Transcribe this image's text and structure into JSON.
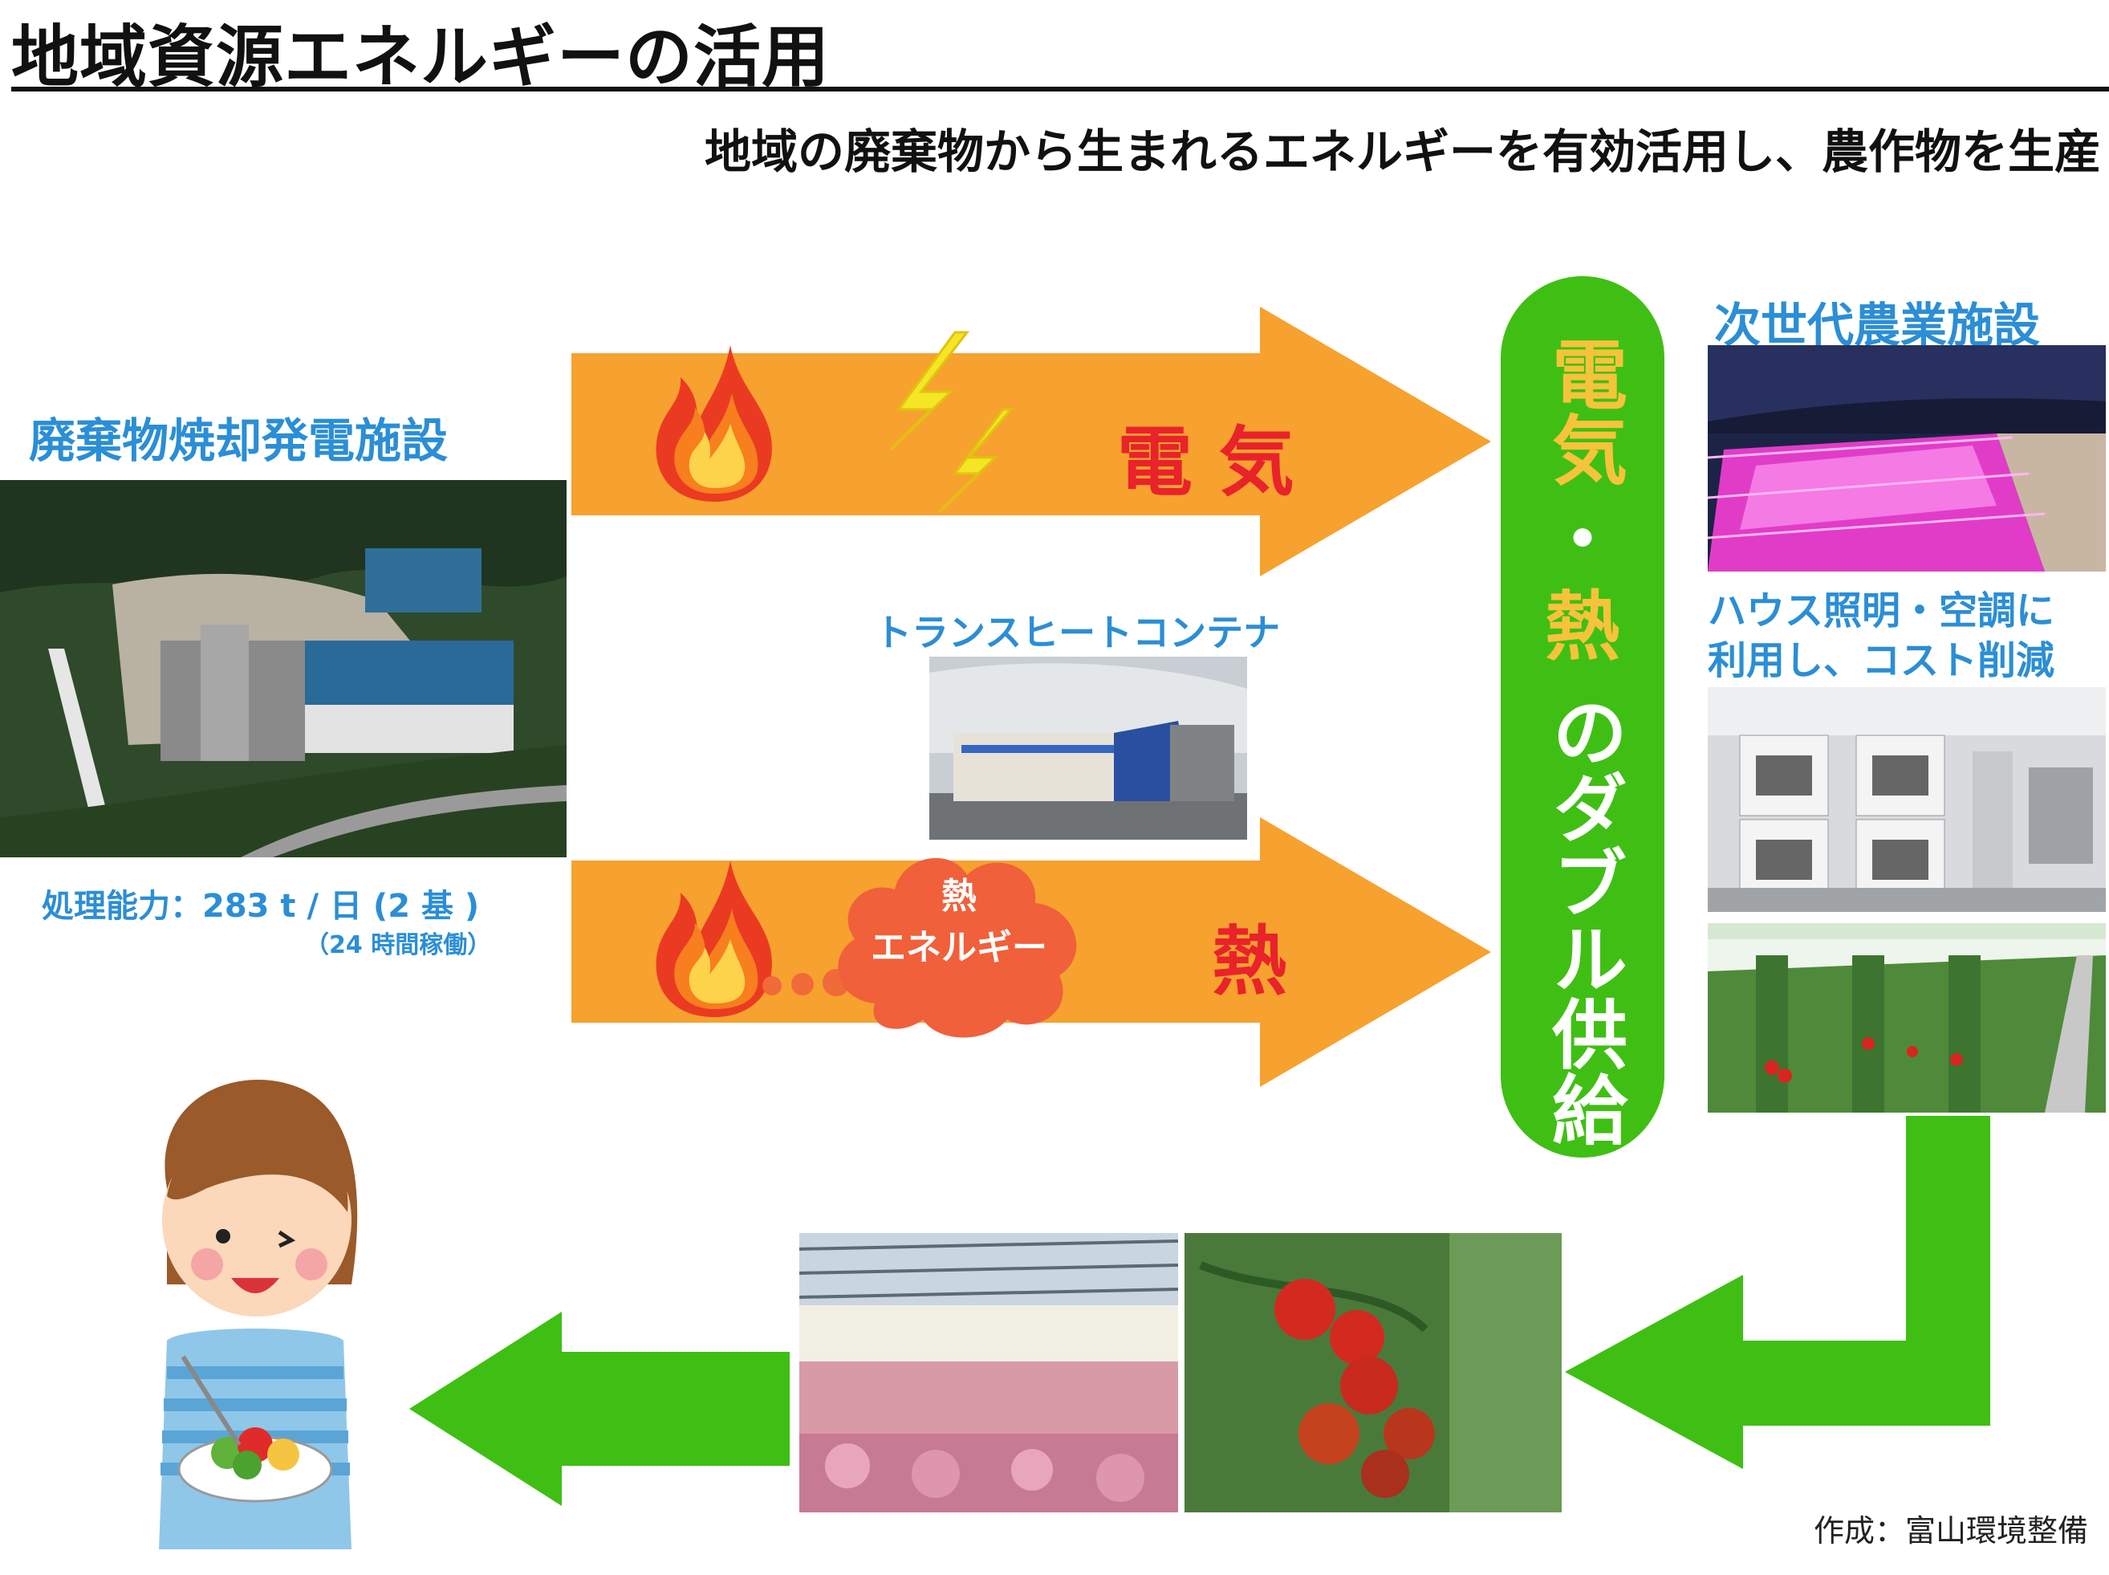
{
  "title": "地域資源エネルギーの活用",
  "subtitle": "地域の廃棄物から生まれるエネルギーを有効活用し、農作物を生産",
  "incinerator": {
    "label": "廃棄物焼却発電施設",
    "capacity": "処理能力：283 t / 日 (2 基 )",
    "operation": "（24 時間稼働）"
  },
  "container_label": "トランスヒートコンテナ",
  "arrows": {
    "electricity": "電 気",
    "heat": "熱"
  },
  "cloud": {
    "line1": "熱",
    "line2": "エネルギー"
  },
  "double_supply": {
    "part1": "電気",
    "dot": "・",
    "part2": "熱",
    "part3": "のダブル供給"
  },
  "farm": {
    "label": "次世代農業施設",
    "note_line1": "ハウス照明・空調に",
    "note_line2": "利用し、コスト削減"
  },
  "credit": "作成：富山環境整備",
  "colors": {
    "orange": "#f7a12f",
    "green": "#3fbf14",
    "blue": "#2b8ed6",
    "red": "#e8232a",
    "gold": "#f7c33b"
  }
}
